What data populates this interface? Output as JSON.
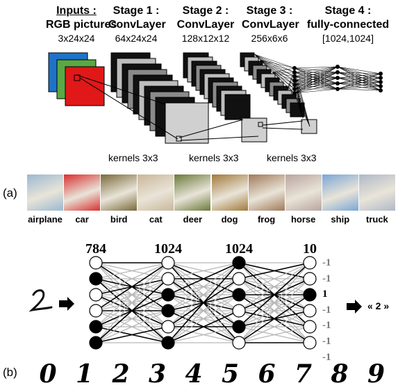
{
  "panel_a": {
    "label": "(a)",
    "stages": [
      {
        "title": "Inputs :",
        "subtitle": "RGB pictures",
        "dims": "3x24x24"
      },
      {
        "title": "Stage 1 :",
        "subtitle": "ConvLayer",
        "dims": "64x24x24"
      },
      {
        "title": "Stage 2 :",
        "subtitle": "ConvLayer",
        "dims": "128x12x12"
      },
      {
        "title": "Stage 3 :",
        "subtitle": "ConvLayer",
        "dims": "256x6x6"
      },
      {
        "title": "Stage 4 :",
        "subtitle": "fully-connected",
        "dims": "[1024,1024]"
      }
    ],
    "kernels": [
      "kernels 3x3",
      "kernels 3x3",
      "kernels 3x3"
    ],
    "classes": [
      "airplane",
      "car",
      "bird",
      "cat",
      "deer",
      "dog",
      "frog",
      "horse",
      "ship",
      "truck"
    ],
    "class_colors": [
      "#9bb8d0",
      "#d83030",
      "#7a6a3a",
      "#c9b79a",
      "#6a7a3a",
      "#a27a3a",
      "#a07a5a",
      "#b8a4a0",
      "#7aa6d4",
      "#b0b8c8"
    ]
  },
  "panel_b": {
    "label": "(b)",
    "layer_sizes": [
      "784",
      "1024",
      "1024",
      "10"
    ],
    "outputs": [
      "-1",
      "-1",
      "1",
      "-1",
      "-1",
      "-1",
      "-1"
    ],
    "input_digit": "2",
    "result": "« 2 »",
    "digits": [
      "0",
      "1",
      "2",
      "3",
      "4",
      "5",
      "6",
      "7",
      "8",
      "9"
    ]
  }
}
